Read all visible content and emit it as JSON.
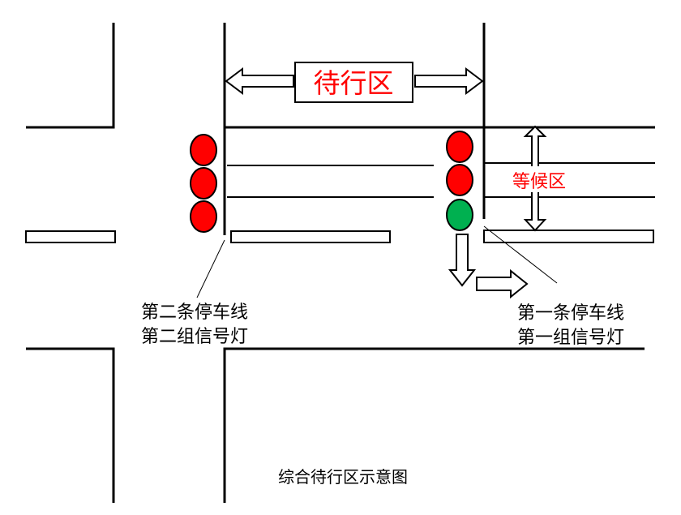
{
  "labels": {
    "waiting_zone": "待行区",
    "holding_zone": "等候区",
    "stopline_2": "第二条停车线",
    "signal_2": "第二组信号灯",
    "stopline_1": "第一条停车线",
    "signal_1": "第一组信号灯",
    "caption": "综合待行区示意图"
  },
  "colors": {
    "red_light": "#ff0000",
    "green_light": "#00b050",
    "zone_text": "#ff0000",
    "line": "#000000"
  },
  "signals": {
    "group_2": [
      "red",
      "red",
      "red"
    ],
    "group_1": [
      "red",
      "red",
      "green"
    ]
  }
}
